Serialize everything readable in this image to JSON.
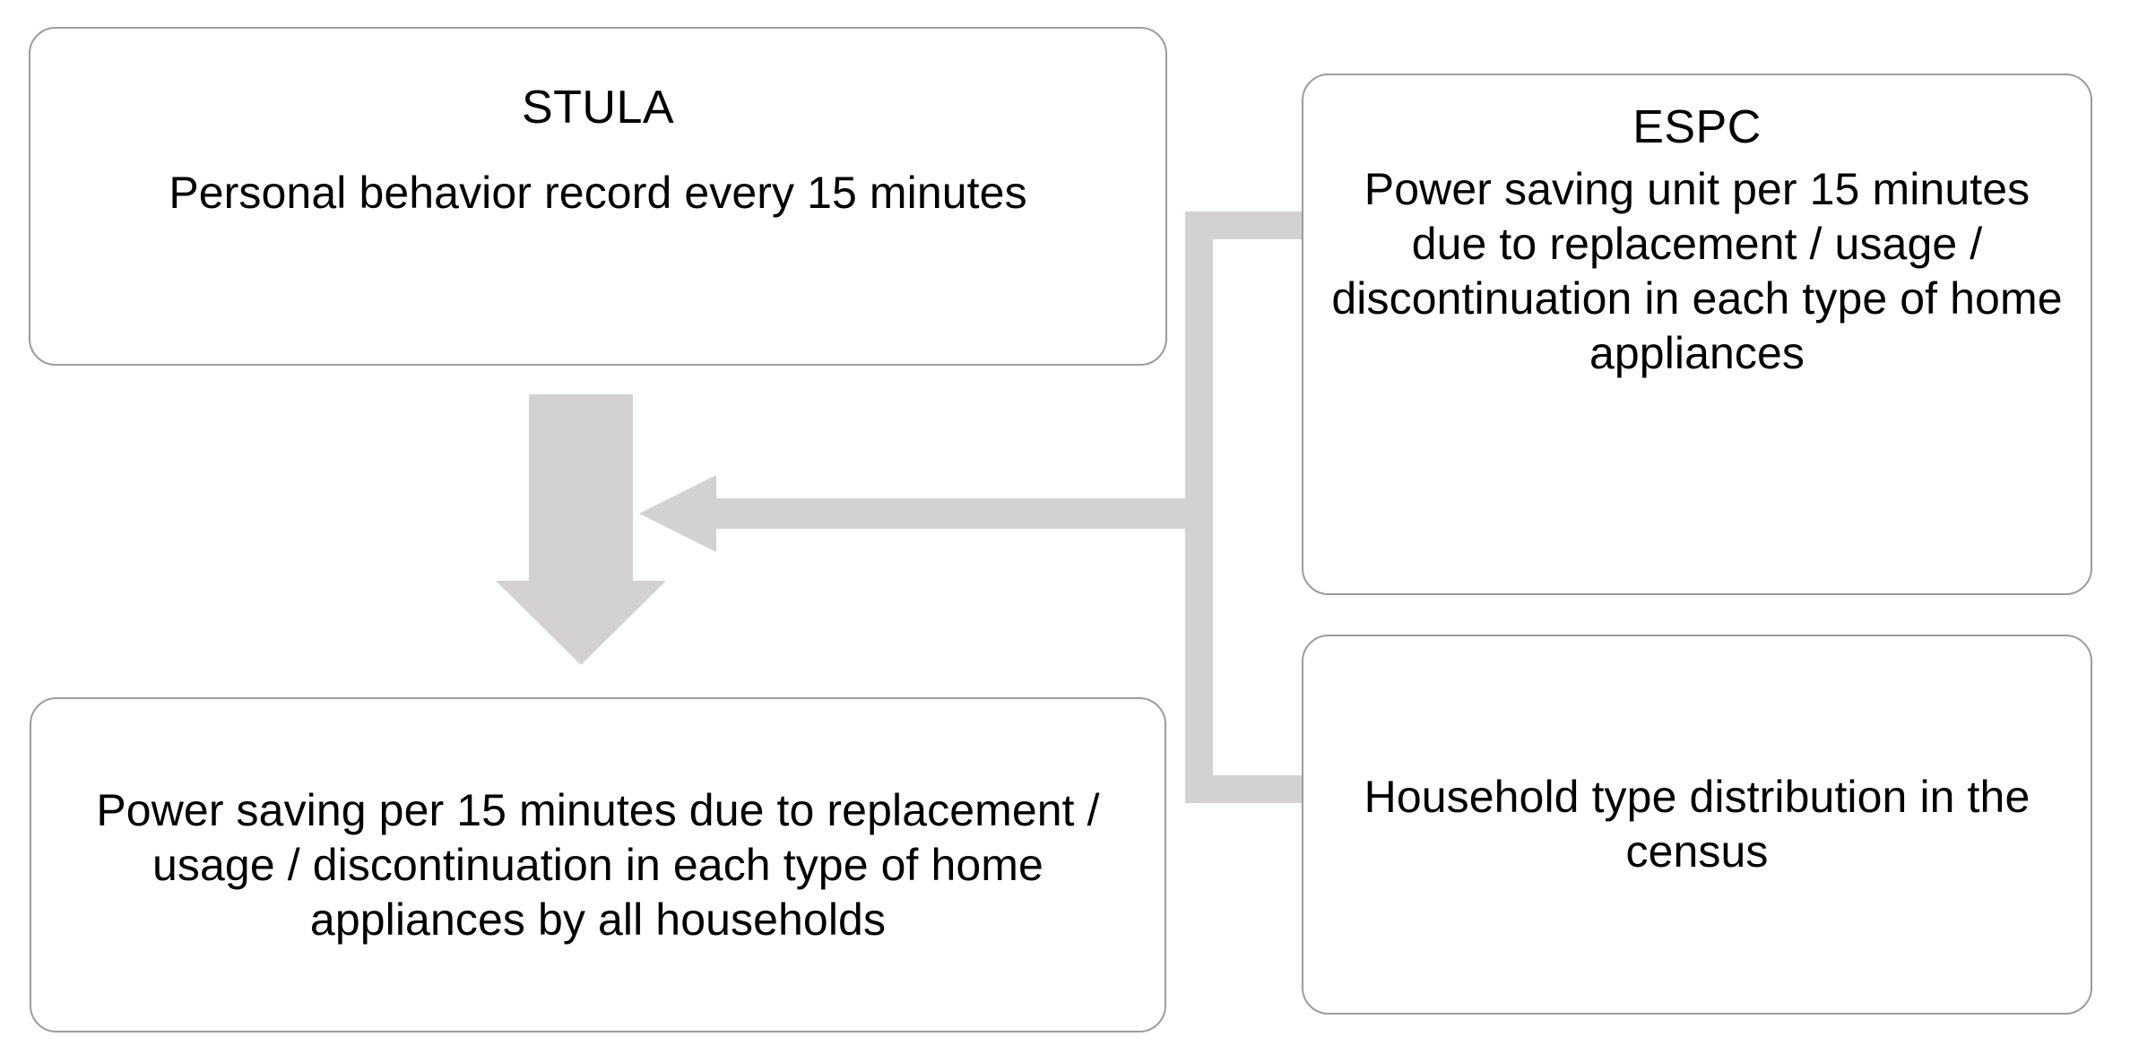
{
  "diagram": {
    "background_color": "#ffffff",
    "box_border_color": "#9c9c9c",
    "connector_color": "#d3d1d1",
    "text_color": "#000000",
    "nodes": {
      "stula": {
        "title": "STULA",
        "body": "Personal behavior record every 15  minutes"
      },
      "espc": {
        "title": "ESPC",
        "body": "Power saving unit per 15 minutes due to replacement / usage / discontinuation in each type of home appliances"
      },
      "household": {
        "body": "Household type distribution in the census"
      },
      "output": {
        "body": "Power saving per 15 minutes due to replacement / usage / discontinuation in each type of home appliances by all households"
      }
    },
    "connectors": {
      "down_arrow": "down-arrow",
      "merge_arrow": "left-pointing-arrow",
      "bracket": "bracket-joining-espc-and-household"
    }
  }
}
